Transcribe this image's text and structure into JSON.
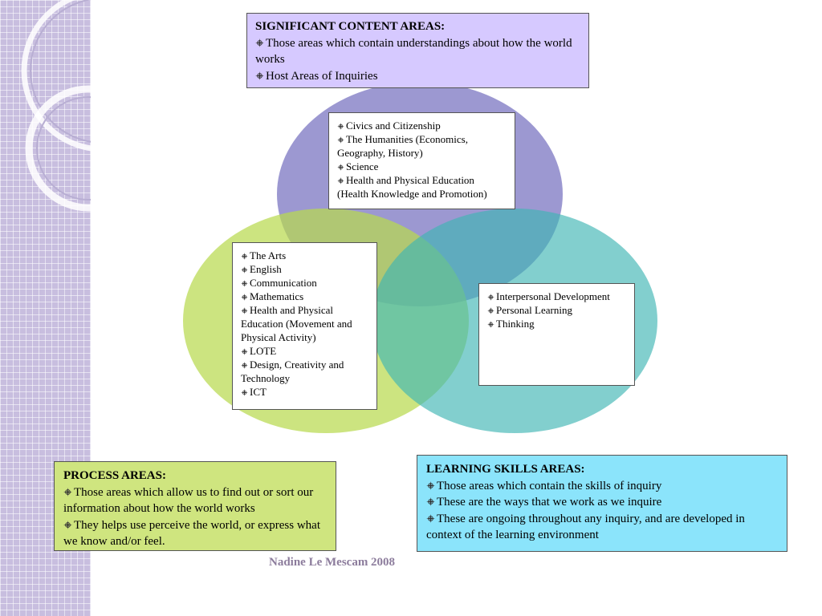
{
  "colors": {
    "sidebar": "#c8bedf",
    "purple_circle": "#7b76c1",
    "green_circle": "#b9da4f",
    "teal_circle": "#3fb5b3",
    "top_box": "#d6c9ff",
    "process_box": "#cfe57f",
    "learning_box": "#8be4fb",
    "credit_text": "#8c7c9c"
  },
  "bullet_icon": "compass-star-icon",
  "significant": {
    "title": "SIGNIFICANT CONTENT AREAS:",
    "items": [
      "Those areas which contain understandings about how the world works",
      "Host Areas of Inquiries"
    ]
  },
  "purple_circle": {
    "items": [
      "Civics and Citizenship",
      "The Humanities (Economics, Geography, History)",
      "Science",
      "Health and Physical Education (Health Knowledge and Promotion)"
    ]
  },
  "green_circle": {
    "items": [
      "The Arts",
      "English",
      "Communication",
      "Mathematics",
      "Health and Physical Education (Movement and Physical Activity)",
      "LOTE",
      "Design, Creativity and Technology",
      "ICT"
    ]
  },
  "teal_circle": {
    "items": [
      "Interpersonal Development",
      "Personal Learning",
      "Thinking"
    ]
  },
  "process": {
    "title": "PROCESS AREAS:",
    "items": [
      "Those areas which allow us to find out or sort our information about how the world works",
      "They helps use perceive the world, or express what we know and/or feel."
    ]
  },
  "learning": {
    "title": "LEARNING SKILLS AREAS:",
    "items": [
      "Those areas which contain the skills of inquiry",
      "These are the ways that we work as we inquire",
      "These are ongoing throughout any inquiry, and are developed in context of the learning environment"
    ]
  },
  "credit": "Nadine Le Mescam 2008"
}
